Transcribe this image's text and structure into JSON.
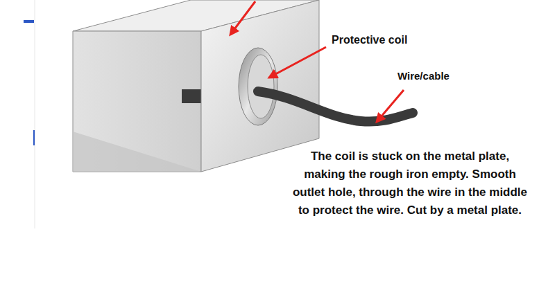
{
  "diagram": {
    "labels": [
      "Protective coil",
      "Wire/cable",
      "The coil is stuck on the metal plate, making the rough iron empty. Smooth outlet hole, through the wire in the middle to protect the wire. Cut by a metal plate."
    ]
  }
}
